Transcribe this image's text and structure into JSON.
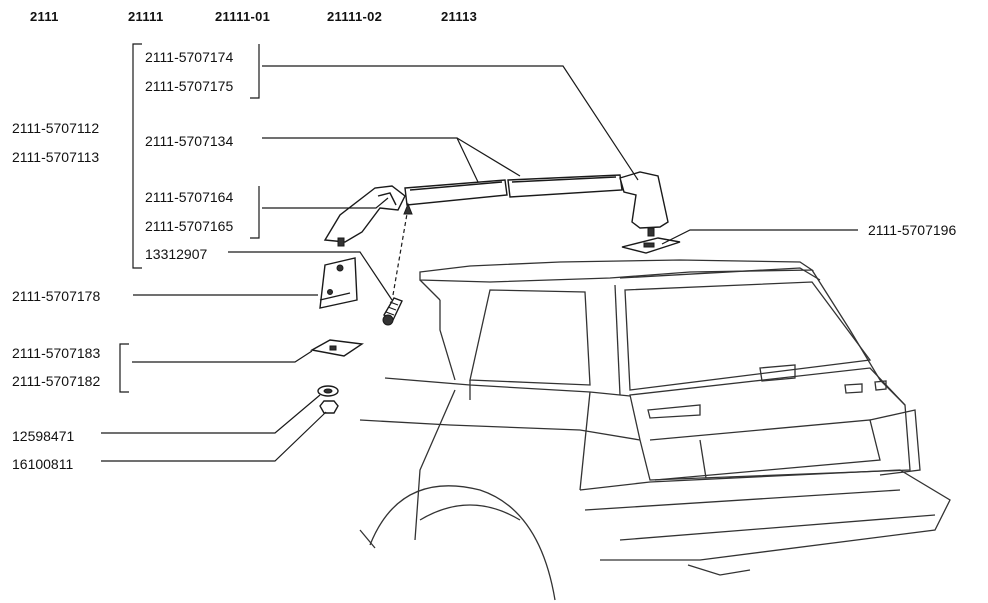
{
  "models": [
    "2111",
    "21111",
    "21111-01",
    "21111-02",
    "21113"
  ],
  "labels": {
    "p5707174": "2111-5707174",
    "p5707175": "2111-5707175",
    "p5707112": "2111-5707112",
    "p5707113": "2111-5707113",
    "p5707134": "2111-5707134",
    "p5707164": "2111-5707164",
    "p5707165": "2111-5707165",
    "p13312907": "13312907",
    "p5707178": "2111-5707178",
    "p5707183": "2111-5707183",
    "p5707182": "2111-5707182",
    "p12598471": "12598471",
    "p16100811": "16100811",
    "p5707196": "2111-5707196"
  }
}
